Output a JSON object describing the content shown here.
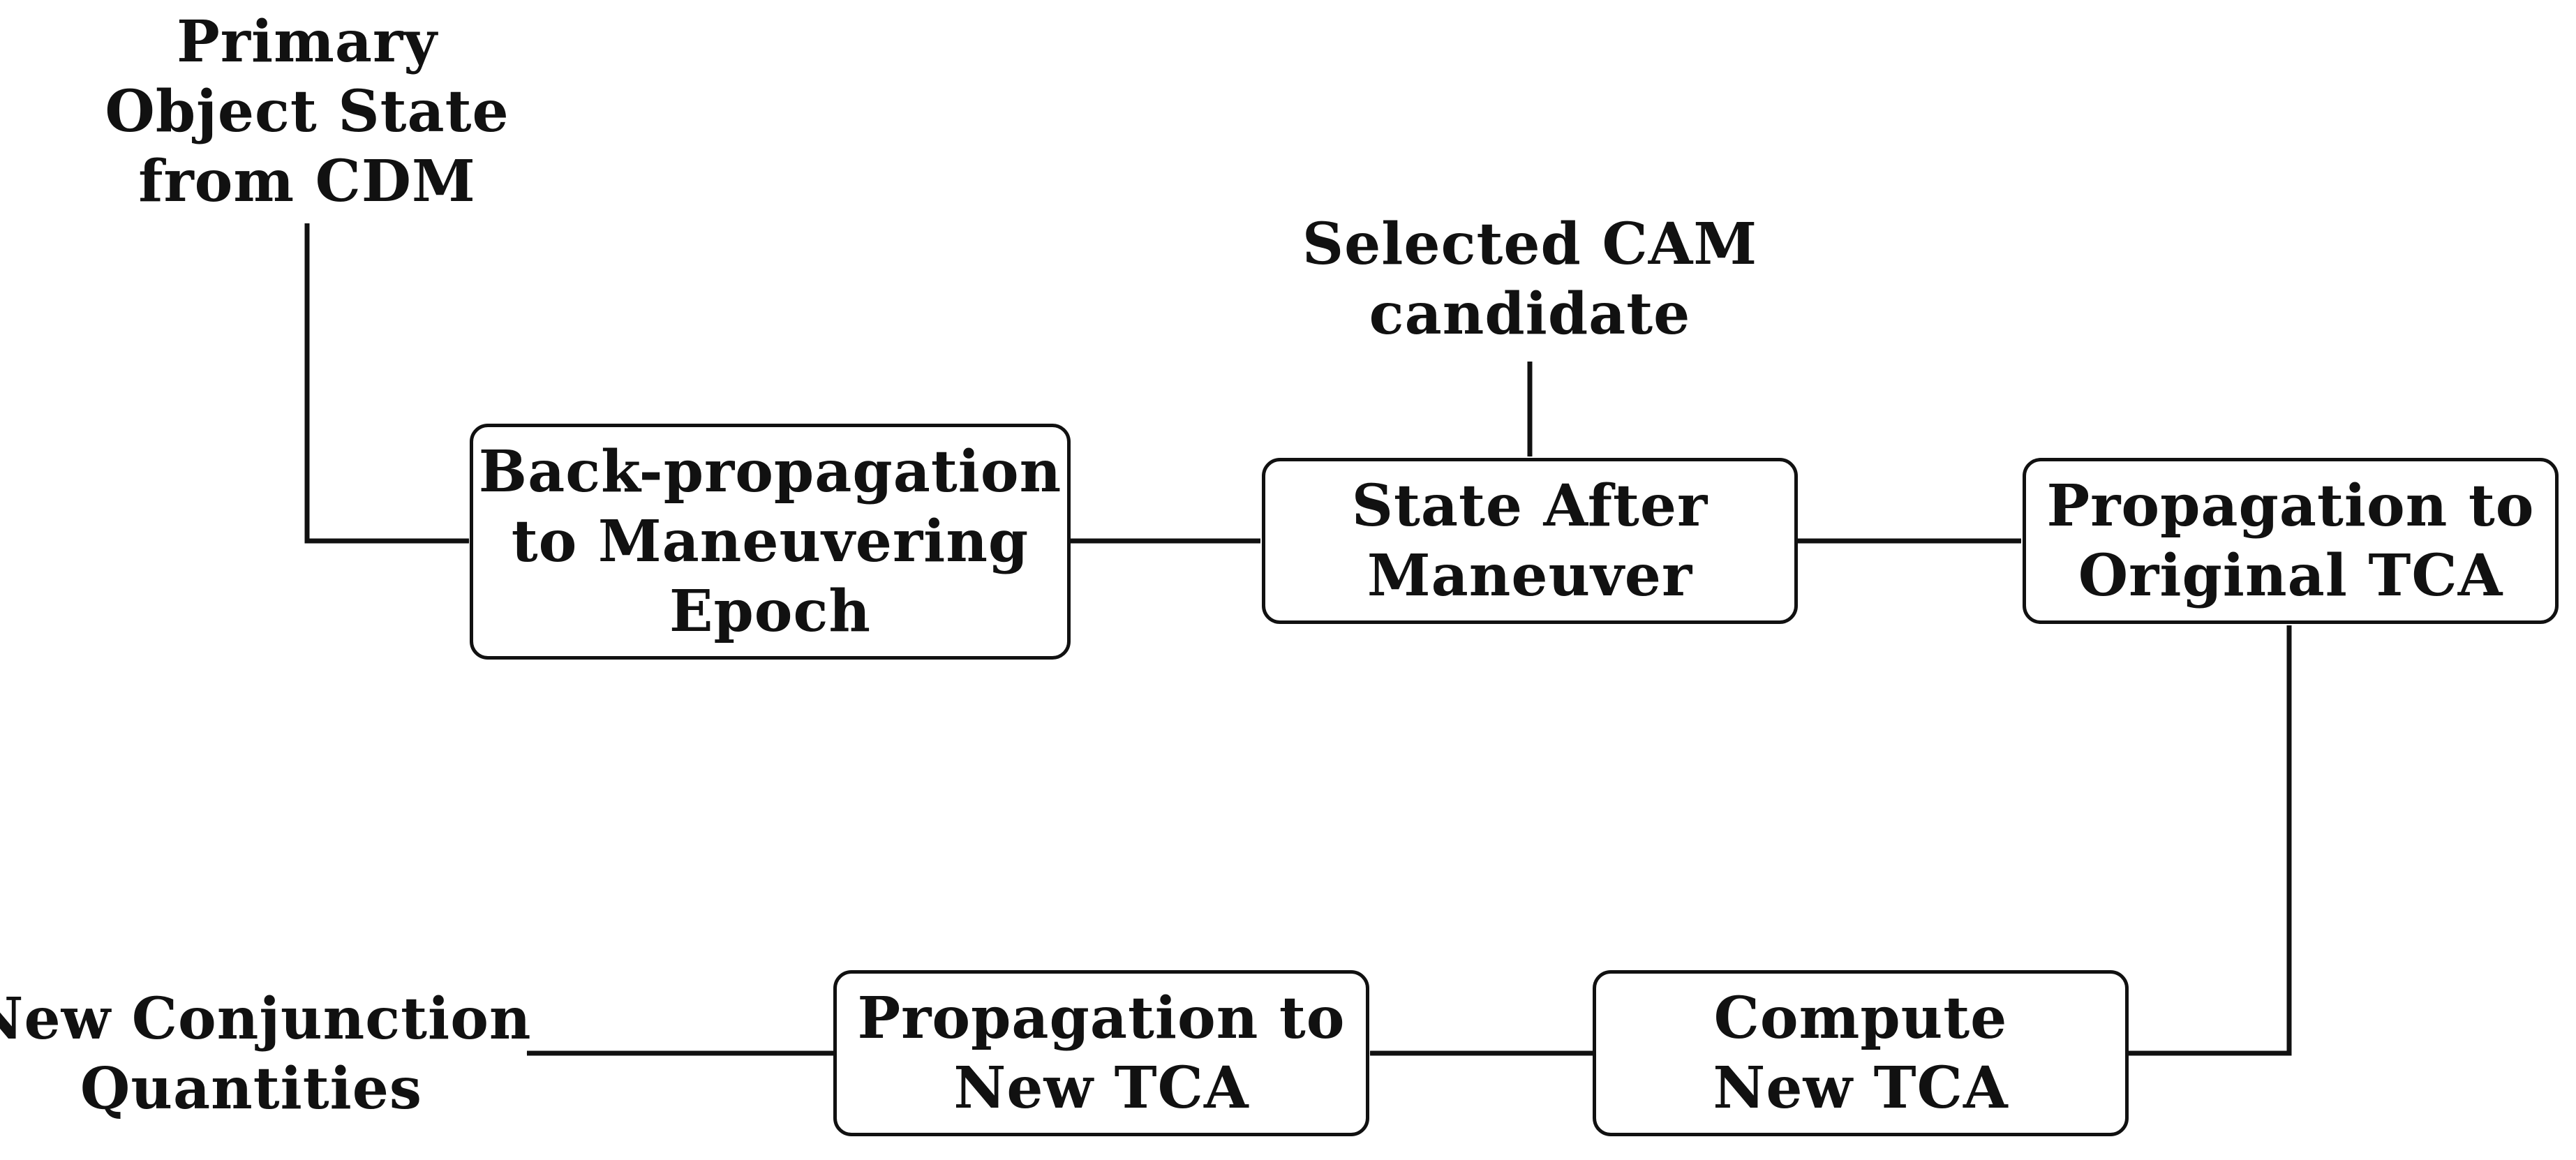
{
  "diagram": {
    "input_primary": [
      "Primary",
      "Object State",
      "from CDM"
    ],
    "input_cam": [
      "Selected CAM",
      "candidate"
    ],
    "box_backprop": [
      "Back-propagation",
      "to Maneuvering",
      "Epoch"
    ],
    "box_state_after": [
      "State After",
      "Maneuver"
    ],
    "box_prop_original": [
      "Propagation to",
      "Original TCA"
    ],
    "box_compute": [
      "Compute",
      "New TCA"
    ],
    "box_prop_new": [
      "Propagation to",
      "New TCA"
    ],
    "output_quantities": [
      "New Conjunction",
      "Quantities"
    ]
  }
}
